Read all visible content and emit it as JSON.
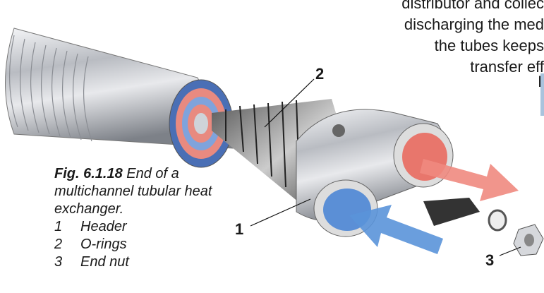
{
  "body_text": {
    "lines": [
      "distributor and collec",
      "discharging the med",
      "the tubes keeps",
      "transfer eff"
    ],
    "margin_glyph": "I"
  },
  "caption": {
    "fig_label": "Fig. 6.1.18",
    "title_line1": " End of a",
    "title_line2": "multichannel tubular heat",
    "title_line3": "exchanger.",
    "legend": [
      {
        "num": "1",
        "label": "Header"
      },
      {
        "num": "2",
        "label": "O-rings"
      },
      {
        "num": "3",
        "label": "End nut"
      }
    ]
  },
  "callouts": {
    "c1": "1",
    "c2": "2",
    "c3": "3"
  },
  "colors": {
    "hot": "#e8766c",
    "cold": "#5b8fd6",
    "metal": "#c9ccd1"
  }
}
